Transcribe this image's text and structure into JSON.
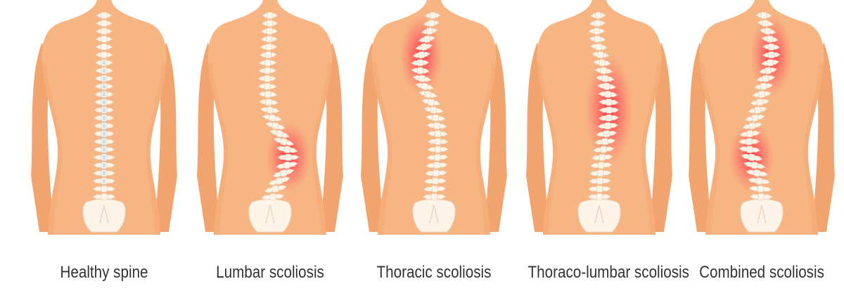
{
  "figures": [
    {
      "id": "healthy",
      "label": "Healthy spine",
      "condition": "healthy",
      "highlight": []
    },
    {
      "id": "lumbar",
      "label": "Lumbar scoliosis",
      "condition": "lumbar",
      "highlight": [
        "lumbar"
      ]
    },
    {
      "id": "thoracic",
      "label": "Thoracic scoliosis",
      "condition": "thoracic",
      "highlight": [
        "thoracic"
      ]
    },
    {
      "id": "thoracolumbar",
      "label": "Thoraco-lumbar scoliosis",
      "condition": "thoracolumbar",
      "highlight": [
        "thoracolumbar"
      ]
    },
    {
      "id": "combined",
      "label": "Combined scoliosis",
      "condition": "combined",
      "highlight": [
        "thoracic",
        "lumbar"
      ]
    }
  ],
  "colors": {
    "skin": "#f7b583",
    "skin_shadow": "#f0a06a",
    "arm": "#f2a46e",
    "vertebra": "#fdf3e6",
    "vertebra_edge": "#e9d6c0",
    "healthy_tint": "#bcd9ec",
    "pain": "#ff3b4a",
    "pelvis": "#fdf3e6",
    "label_text": "#333333"
  }
}
